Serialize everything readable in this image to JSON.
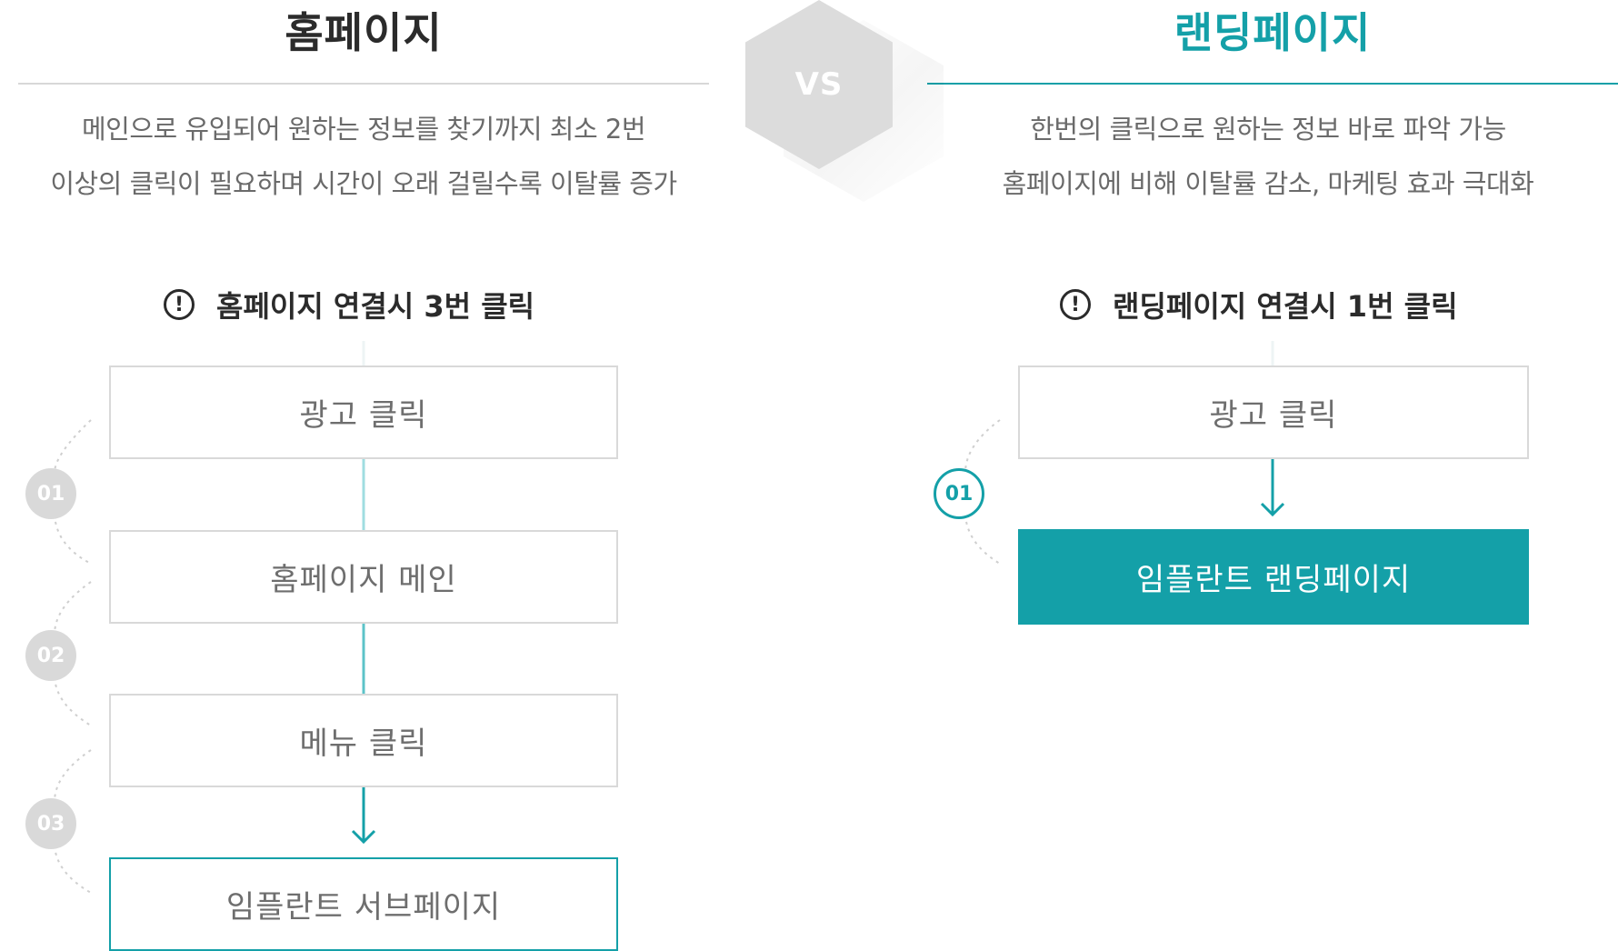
{
  "left": {
    "title": "홈페이지",
    "desc_line1": "메인으로 유입되어 원하는 정보를 찾기까지 최소 2번",
    "desc_line2": "이상의 클릭이 필요하며 시간이 오래 걸릴수록 이탈률 증가",
    "subhead": "홈페이지 연결시 3번 클릭",
    "steps": [
      "광고 클릭",
      "홈페이지 메인",
      "메뉴 클릭",
      "임플란트 서브페이지"
    ],
    "badges": [
      "01",
      "02",
      "03"
    ]
  },
  "vs": "VS",
  "right": {
    "title": "랜딩페이지",
    "desc_line1": "한번의 클릭으로 원하는 정보 바로 파악 가능",
    "desc_line2": "홈페이지에 비해 이탈률 감소, 마케팅 효과 극대화",
    "subhead": "랜딩페이지 연결시 1번 클릭",
    "steps": [
      "광고 클릭",
      "임플란트 랜딩페이지"
    ],
    "badges": [
      "01"
    ]
  },
  "alert_symbol": "!",
  "colors": {
    "accent": "#14a0a8",
    "grey": "#d9d9d9",
    "text_dark": "#2b2b2b"
  }
}
